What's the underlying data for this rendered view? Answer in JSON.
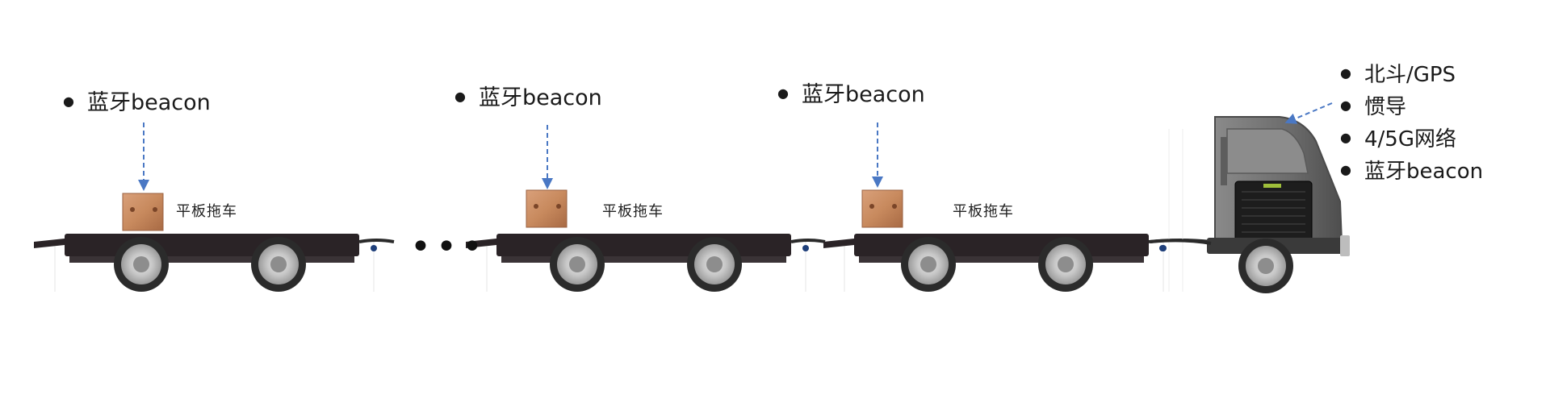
{
  "carts": [
    {
      "beacon_label": "蓝牙beacon",
      "cart_label": "平板拖车"
    },
    {
      "beacon_label": "蓝牙beacon",
      "cart_label": "平板拖车"
    },
    {
      "beacon_label": "蓝牙beacon",
      "cart_label": "平板拖车"
    }
  ],
  "ellipsis": "•••",
  "truck": {
    "features": [
      "北斗/GPS",
      "惯导",
      "4/5G网络",
      "蓝牙beacon"
    ]
  },
  "colors": {
    "cart_body": "#2a2326",
    "arrow": "#4a78c4",
    "beacon_box": "#c88a5e",
    "truck_body": "#6b6b6b",
    "hitch": "#1e3f7a"
  }
}
